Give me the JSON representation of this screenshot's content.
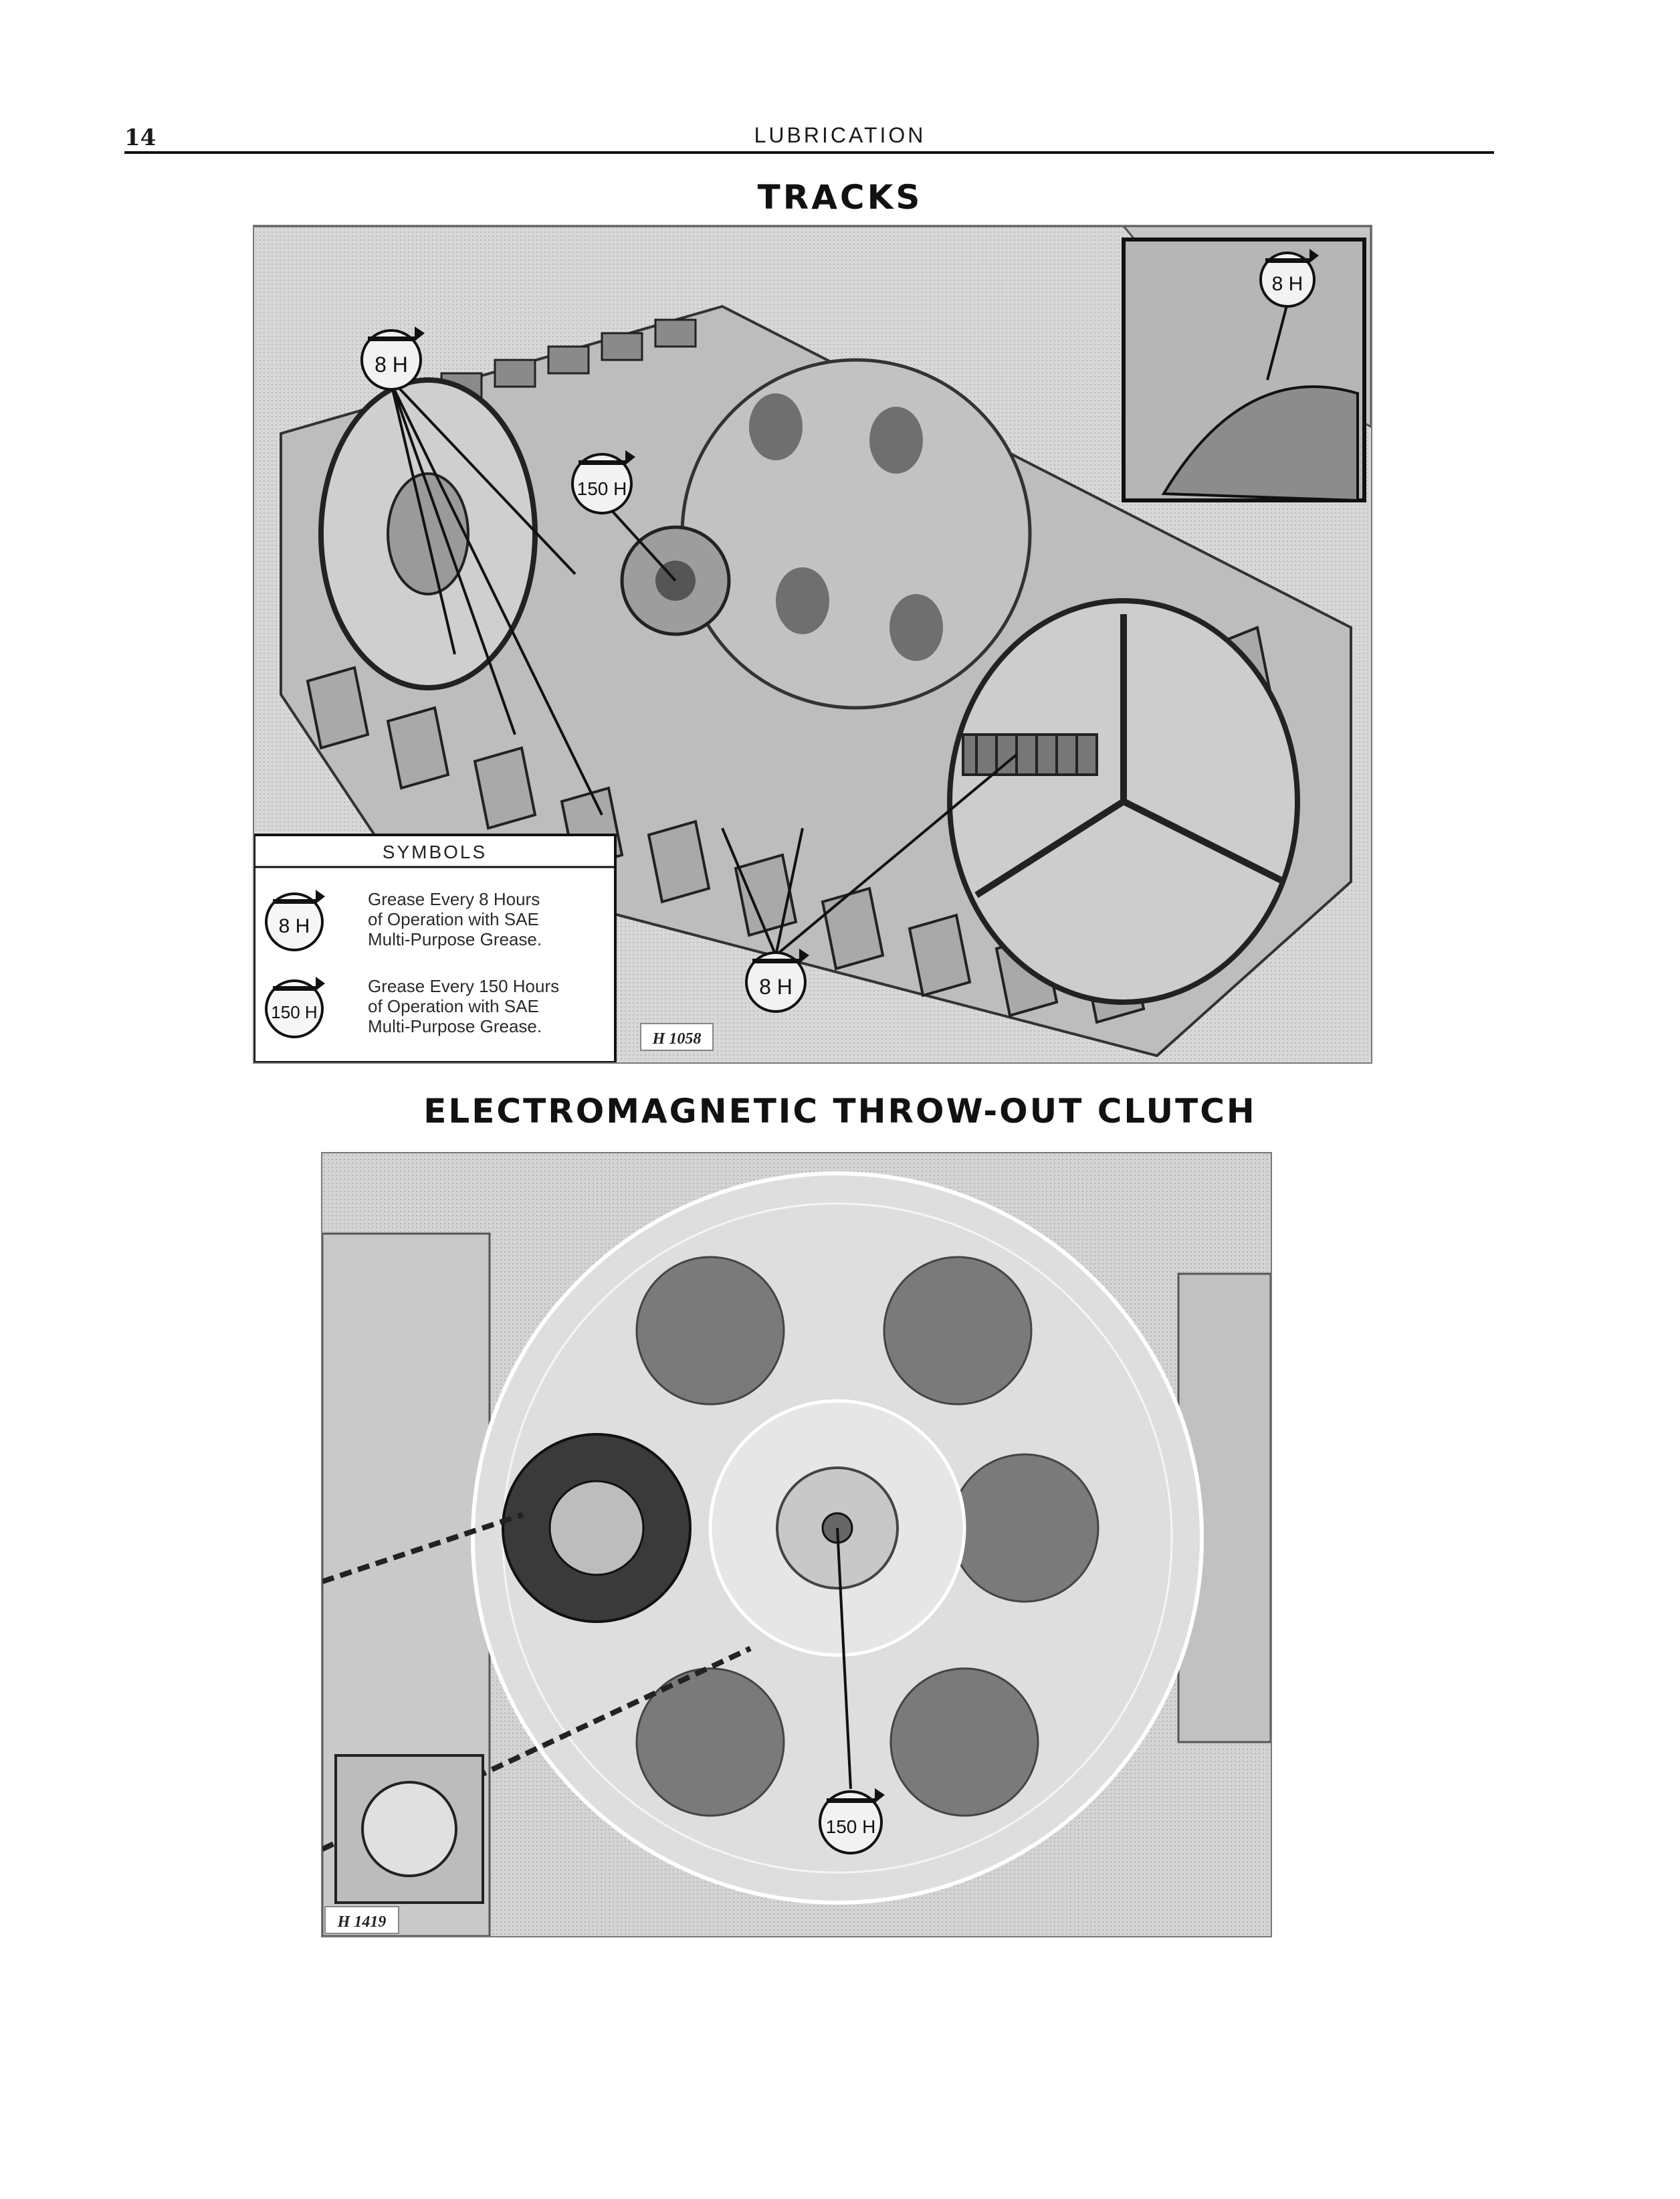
{
  "header": {
    "page_number": "14",
    "running_head": "LUBRICATION"
  },
  "sections": [
    {
      "title": "TRACKS",
      "badges": [
        "8 H",
        "150 H",
        "8 H",
        "8 H"
      ],
      "legend": {
        "title": "SYMBOLS",
        "entries": [
          {
            "symbol": "8 H",
            "lines": [
              "Grease Every 8 Hours",
              "of Operation with SAE",
              "Multi-Purpose Grease."
            ]
          },
          {
            "symbol": "150 H",
            "lines": [
              "Grease Every 150 Hours",
              "of Operation with SAE",
              "Multi-Purpose Grease."
            ]
          }
        ]
      },
      "figure_number": "H 1058"
    },
    {
      "title": "ELECTROMAGNETIC THROW-OUT CLUTCH",
      "badges": [
        "150 H"
      ],
      "figure_number": "H 1419"
    }
  ],
  "colors": {
    "ink": "#111111",
    "plate": "#dcdcdc",
    "grease_cap": "#111111"
  },
  "icon_names": [
    "grease-gun-icon",
    "grease-fitting-icon"
  ]
}
